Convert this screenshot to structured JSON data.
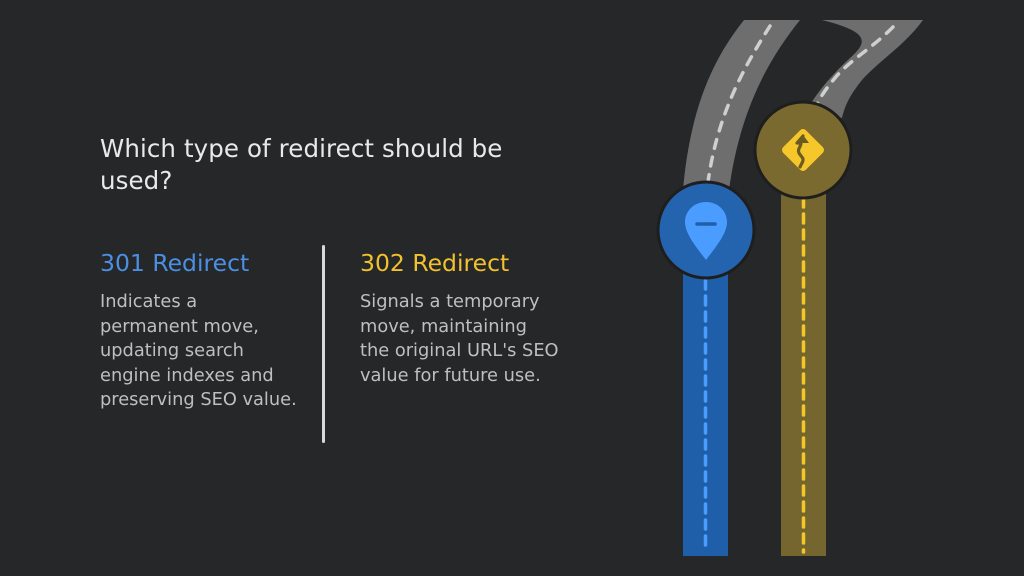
{
  "heading": "Which type of redirect should be used?",
  "columns": [
    {
      "title": "301 Redirect",
      "color": "#4b8fe3",
      "description": "Indicates a permanent move, updating search engine indexes and preserving SEO value."
    },
    {
      "title": "302 Redirect",
      "color": "#f2c12e",
      "description": "Signals a temporary move, maintaining the original URL's SEO value for future use."
    }
  ],
  "illustration": {
    "roads": [
      {
        "name": "301-road",
        "fill": "#1f5ea8",
        "marker_fill": "#2463ad",
        "icon": "map-pin-minus-icon",
        "icon_color": "#4a9dff",
        "lane_color": "#4a9dff"
      },
      {
        "name": "302-road",
        "fill": "#756630",
        "marker_fill": "#7a6a2f",
        "icon": "winding-road-sign-icon",
        "icon_color": "#f6c72b",
        "lane_color": "#f6c72b"
      }
    ],
    "asphalt_color": "#6e6e6e",
    "asphalt_lane_color": "#cfcfcf",
    "background": "#262729"
  }
}
